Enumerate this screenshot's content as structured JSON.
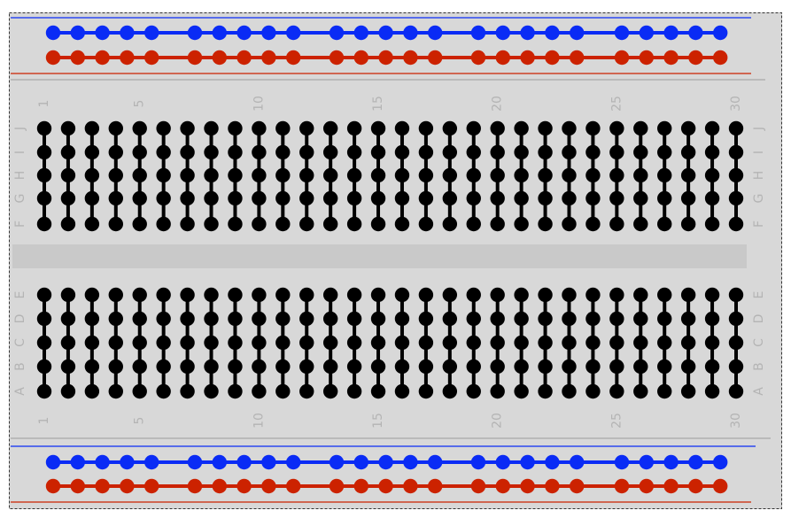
{
  "breadboard": {
    "columns": 30,
    "column_number_labels": [
      "1",
      "5",
      "10",
      "15",
      "20",
      "25",
      "30"
    ],
    "upper_row_letters": [
      "J",
      "I",
      "H",
      "G",
      "F"
    ],
    "lower_row_letters": [
      "E",
      "D",
      "C",
      "B",
      "A"
    ],
    "rail_groups": 5,
    "holes_per_rail_group": 5,
    "colors": {
      "board": "#d8d8d8",
      "channel": "#c9c9c9",
      "hole": "#000000",
      "rail_positive_blue": "#0a2bf5",
      "rail_negative_red": "#cc2200",
      "label": "#b4b4b4"
    }
  }
}
